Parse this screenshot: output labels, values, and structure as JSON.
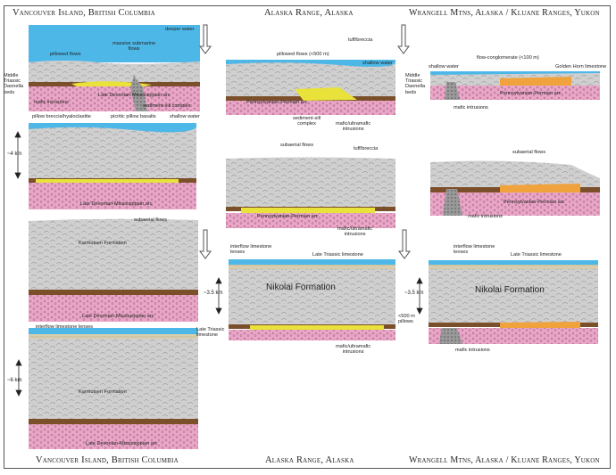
{
  "headers": {
    "vancouver": "Vancouver Island, British Columbia",
    "alaska": "Alaska Range, Alaska",
    "wrangell": "Wrangell Mtns, Alaska / Kluane Ranges, Yukon"
  },
  "vancouver_panels": {
    "p1": {
      "deeper_water": "deeper water",
      "pillowed_flows": "pillowed flows",
      "massive_submarine_flows": "massive submarine\nflows",
      "middle_triassic_daonella": "Middle\nTriassic\nDaonella\nbeds",
      "mafic_intrusions": "mafic intrusions",
      "arc": "Late Devonian-Mississippian arc",
      "sediment_sill": "sediment-sill complex"
    },
    "p2": {
      "pillow_breccia": "pillow breccia/hyaloclastite",
      "picritic": "picritic pillow basalts",
      "shallow_water": "shallow water",
      "thickness": "~4 km",
      "arc": "Late Devonian-Mississippian arc"
    },
    "p3": {
      "subaerial_flows": "subaerial flows",
      "formation": "Karmutsen Formation",
      "arc": "Late Devonian-Mississippian arc"
    },
    "p4": {
      "interflow_limestone": "interflow limestone lenses",
      "late_triassic": "Late Triassic\nlimestone",
      "thickness": "~6 km",
      "formation": "Karmutsen Formation",
      "arc": "Late Devonian-Mississippian arc"
    }
  },
  "alaska_panels": {
    "p1": {
      "pillowed_flows": "pillowed flows (<500 m)",
      "tuff_breccia": "tuff/breccia",
      "shallow_water": "shallow water",
      "arc": "Pennsylvanian-Permian arc",
      "sediment_sill": "sediment-sill\ncomplex",
      "mafic_ultramafic": "mafic/ultramafic\nintrusions"
    },
    "p2": {
      "subaerial_flows": "subaerial flows",
      "tuff_breccia": "tuff/breccia",
      "arc": "Pennsylvanian-Permian arc",
      "mafic_ultramafic": "mafic/ultramafic\nintrusions"
    },
    "p3": {
      "interflow_limestone": "interflow limestone\nlenses",
      "late_triassic": "Late Triassic limestone",
      "formation": "Nikolai Formation",
      "thickness": "~3.5 km",
      "pillows": "<500 m\npillows",
      "mafic_ultramafic": "mafic/ultramafic\nintrusions"
    }
  },
  "wrangell_panels": {
    "p1": {
      "flow_conglomerate": "flow-conglomerate (<100 m)",
      "shallow_water": "shallow water",
      "golden_horn": "Golden Horn limestone",
      "middle_triassic_daonella": "Middle\nTriassic\nDaonella\nbeds",
      "arc": "Pennsylvanian-Permian arc",
      "mafic_intrusions": "mafic intrusions"
    },
    "p2": {
      "subaerial_flows": "subaerial flows",
      "arc": "Pennsylvanian-Permian arc",
      "mafic_intrusions": "mafic intrusions"
    },
    "p3": {
      "interflow_limestone": "interflow limestone\nlenses",
      "late_triassic": "Late Triassic limestone",
      "formation": "Nikolai Formation",
      "thickness": "~3.5 km",
      "mafic_intrusions": "mafic intrusions"
    }
  },
  "colors": {
    "water": "#4db8e8",
    "lava": "#c9c9c9",
    "lava_dark": "#8f8f8f",
    "sediment": "#7b4f2a",
    "sill": "#e8e23a",
    "arc": "#e9a6c6",
    "orange": "#f0a23c",
    "limestone": "#d9cfb0",
    "green": "#7cb342"
  }
}
